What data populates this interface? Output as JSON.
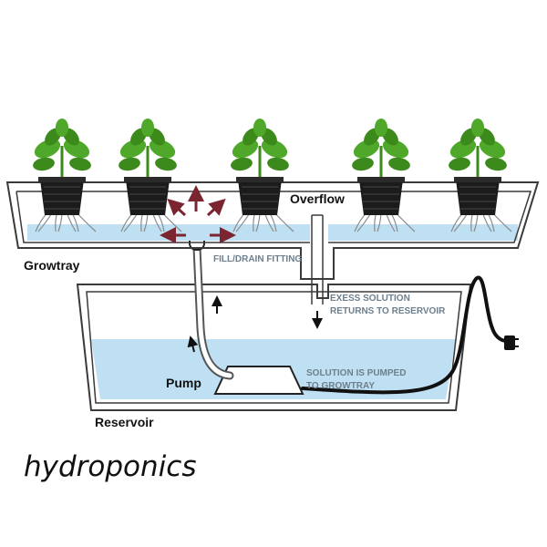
{
  "labels": {
    "overflow": "Overflow",
    "growtray": "Growtray",
    "fill_drain": "FILL/DRAIN FITTING",
    "excess_line1": "EXESS SOLUTION",
    "excess_line2": "RETURNS TO RESERVOIR",
    "pump": "Pump",
    "pumped_line1": "SOLUTION IS PUMPED",
    "pumped_line2": "TO GROWTRAY",
    "reservoir": "Reservoir",
    "caption": "hydroponics"
  },
  "colors": {
    "water": "#bfe0f2",
    "outline": "#3a3a3a",
    "leaf": "#4fa829",
    "leaf_dark": "#3c8a1c",
    "pot": "#1b1b1b",
    "arrow_red": "#7a2530",
    "note_grey": "#6d7f8c",
    "cable": "#111111"
  },
  "plants": [
    {
      "id": "plant-1"
    },
    {
      "id": "plant-2"
    },
    {
      "id": "plant-3"
    },
    {
      "id": "plant-4"
    },
    {
      "id": "plant-5"
    }
  ]
}
